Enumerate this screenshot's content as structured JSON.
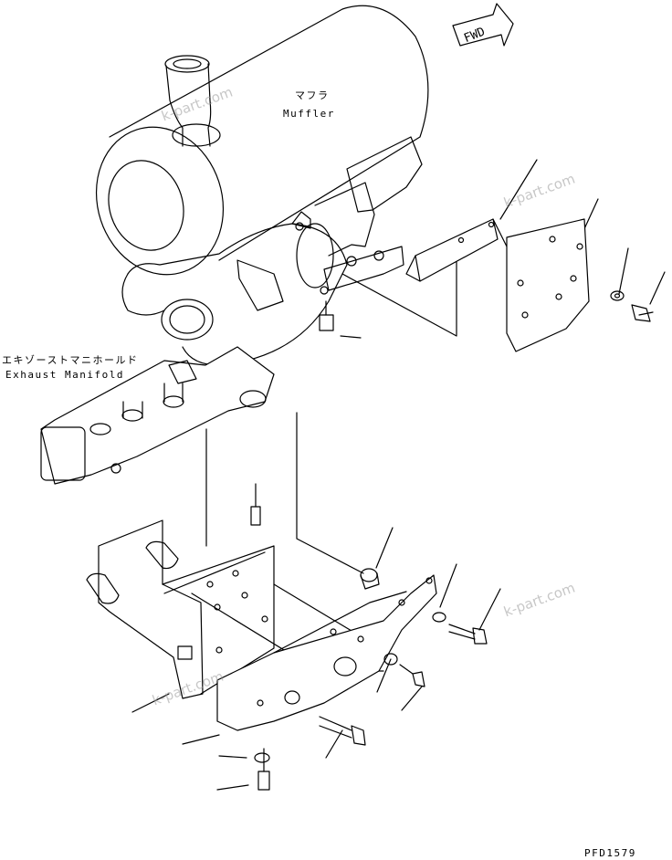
{
  "labels": {
    "muffler_jp": "マフラ",
    "muffler_en": "Muffler",
    "manifold_jp": "エキゾーストマニホールド",
    "manifold_en": "Exhaust Manifold",
    "fwd": "FWD",
    "drawing_no": "PFD1579"
  },
  "watermarks": [
    "k-part.com",
    "k-part.com",
    "k-part.com",
    "k-part.com"
  ],
  "colors": {
    "line": "#000000",
    "watermark": "#9a9a9a",
    "background": "#ffffff"
  }
}
